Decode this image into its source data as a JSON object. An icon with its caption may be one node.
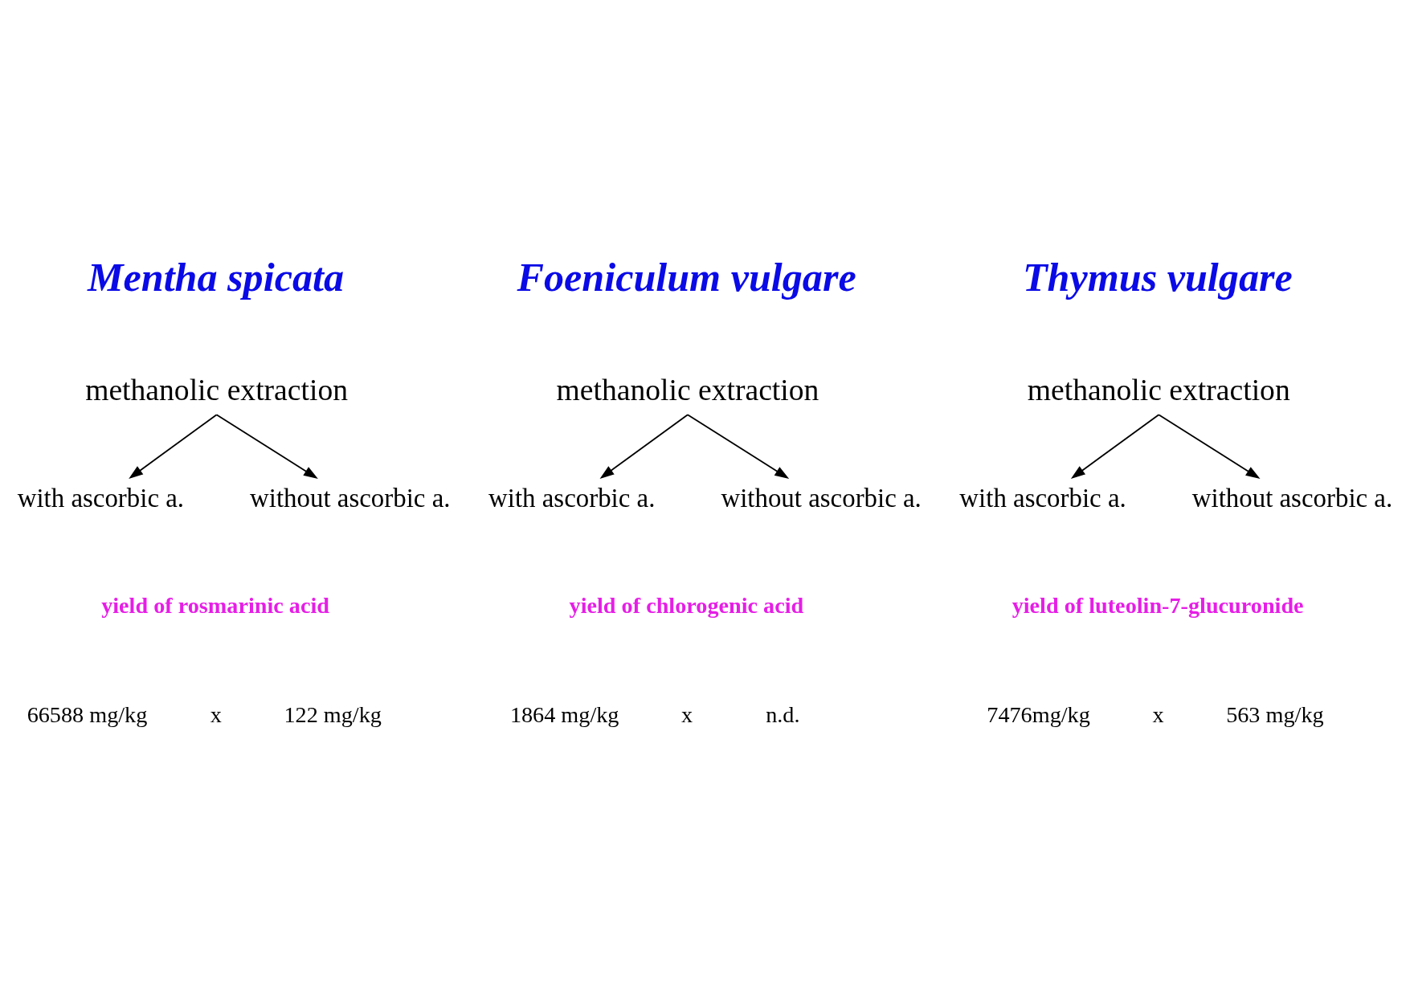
{
  "diagram": {
    "nodes": [
      {
        "text": [
          "methanolic extraction"
        ]
      },
      {
        "text": [
          "with ascorbic a."
        ]
      },
      {
        "text": [
          "without ascorbic a."
        ]
      },
      {
        "text": [
          "methanolic extraction"
        ]
      },
      {
        "text": [
          "with ascorbic a."
        ]
      },
      {
        "text": [
          "without ascorbic a."
        ]
      },
      {
        "text": [
          "methanolic extraction"
        ]
      },
      {
        "text": [
          "with ascorbic a."
        ]
      },
      {
        "text": [
          "without ascorbic a."
        ]
      }
    ],
    "edges": [
      {
        "from": 0,
        "to": 1,
        "arrow": "to"
      },
      {
        "from": 0,
        "to": 2,
        "arrow": "to"
      },
      {
        "from": 3,
        "to": 4,
        "arrow": "to"
      },
      {
        "from": 3,
        "to": 5,
        "arrow": "to"
      },
      {
        "from": 6,
        "to": 7,
        "arrow": "to"
      },
      {
        "from": 6,
        "to": 8,
        "arrow": "to"
      }
    ],
    "labels": [
      "Mentha spicata",
      "Foeniculum vulgare",
      "Thymus vulgare",
      "yield of rosmarinic acid",
      "yield of chlorogenic acid",
      "yield of luteolin-7-glucuronide",
      "66588 mg/kg",
      "x",
      "122 mg/kg",
      "1864 mg/kg",
      "x",
      "n.d.",
      "7476mg/kg",
      "x",
      "563 mg/kg"
    ]
  }
}
